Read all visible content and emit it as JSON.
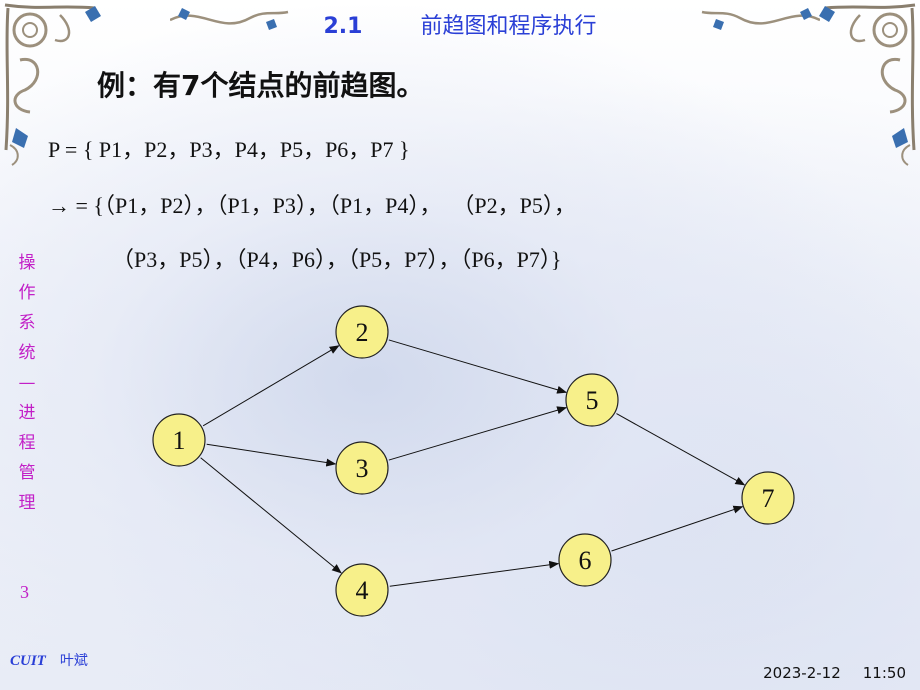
{
  "slide": {
    "section_number": "2.1",
    "section_title": "前趋图和程序执行",
    "heading": "例：有7个结点的前趋图。",
    "lines": [
      "P = { P1，P2，P3，P4，P5，P6，P7 }",
      "→ = {（P1，P2），（P1，P3），（P1，P4），  （P2，P5），",
      "（P3，P5），（P4，P6），（P5，P7），（P6，P7）}"
    ],
    "side_title_chars": [
      "操",
      "作",
      "系",
      "统",
      "—",
      "进",
      "程",
      "管",
      "理"
    ],
    "page_number": "3",
    "org": "CUIT",
    "author": "叶斌",
    "date": "2023-2-12",
    "time": "11:50"
  },
  "graph": {
    "nodes": [
      {
        "id": "1",
        "label": "1"
      },
      {
        "id": "2",
        "label": "2"
      },
      {
        "id": "3",
        "label": "3"
      },
      {
        "id": "4",
        "label": "4"
      },
      {
        "id": "5",
        "label": "5"
      },
      {
        "id": "6",
        "label": "6"
      },
      {
        "id": "7",
        "label": "7"
      }
    ],
    "edges": [
      {
        "from": "1",
        "to": "2"
      },
      {
        "from": "1",
        "to": "3"
      },
      {
        "from": "1",
        "to": "4"
      },
      {
        "from": "2",
        "to": "5"
      },
      {
        "from": "3",
        "to": "5"
      },
      {
        "from": "4",
        "to": "6"
      },
      {
        "from": "5",
        "to": "7"
      },
      {
        "from": "6",
        "to": "7"
      }
    ],
    "node_fill": "#f7f08a",
    "accent_color": "#2a3fd6",
    "side_color": "#c21fc7"
  }
}
